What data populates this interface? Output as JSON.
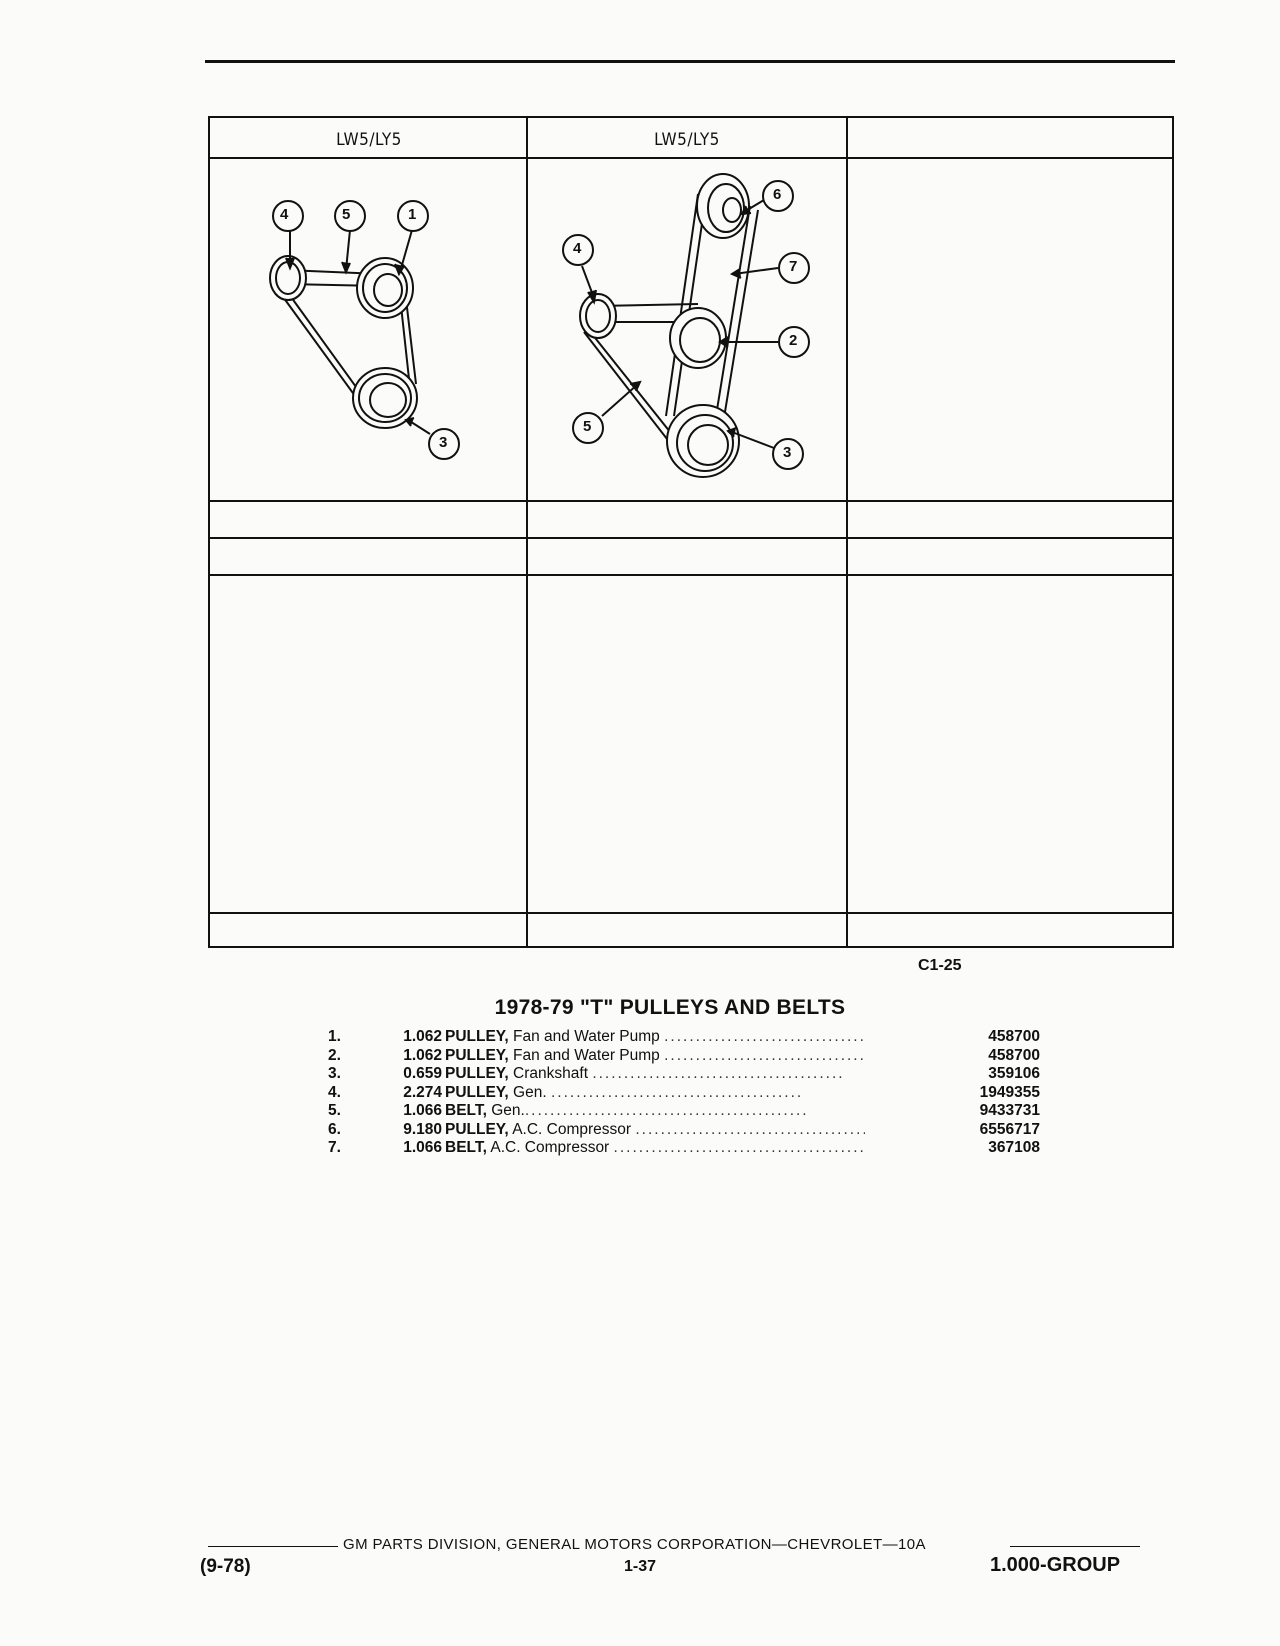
{
  "header": {
    "col1": "LW5/LY5",
    "col2": "LW5/LY5",
    "col3": ""
  },
  "diagram1": {
    "callouts": [
      "4",
      "5",
      "1",
      "3"
    ]
  },
  "diagram2": {
    "callouts": [
      "6",
      "4",
      "7",
      "2",
      "5",
      "3"
    ]
  },
  "figure_code": "C1-25",
  "section_title": "1978-79 \"T\" PULLEYS AND BELTS",
  "parts": [
    {
      "num": "1.",
      "qty": "1.062",
      "name": "PULLEY,",
      "desc": "Fan and Water Pump",
      "part_no": "458700"
    },
    {
      "num": "2.",
      "qty": "1.062",
      "name": "PULLEY,",
      "desc": "Fan and Water Pump",
      "part_no": "458700"
    },
    {
      "num": "3.",
      "qty": "0.659",
      "name": "PULLEY,",
      "desc": "Crankshaft",
      "part_no": "359106"
    },
    {
      "num": "4.",
      "qty": "2.274",
      "name": "PULLEY,",
      "desc": "Gen.",
      "part_no": "1949355"
    },
    {
      "num": "5.",
      "qty": "1.066",
      "name": "BELT,",
      "desc": "Gen.",
      "part_no": "9433731"
    },
    {
      "num": "6.",
      "qty": "9.180",
      "name": "PULLEY,",
      "desc": "A.C. Compressor",
      "part_no": "6556717"
    },
    {
      "num": "7.",
      "qty": "1.066",
      "name": "BELT,",
      "desc": "A.C. Compressor",
      "part_no": "367108"
    }
  ],
  "footer": {
    "publisher": "GM PARTS DIVISION, GENERAL MOTORS CORPORATION—CHEVROLET—10A",
    "date": "(9-78)",
    "page": "1-37",
    "group": "1.000-GROUP"
  }
}
